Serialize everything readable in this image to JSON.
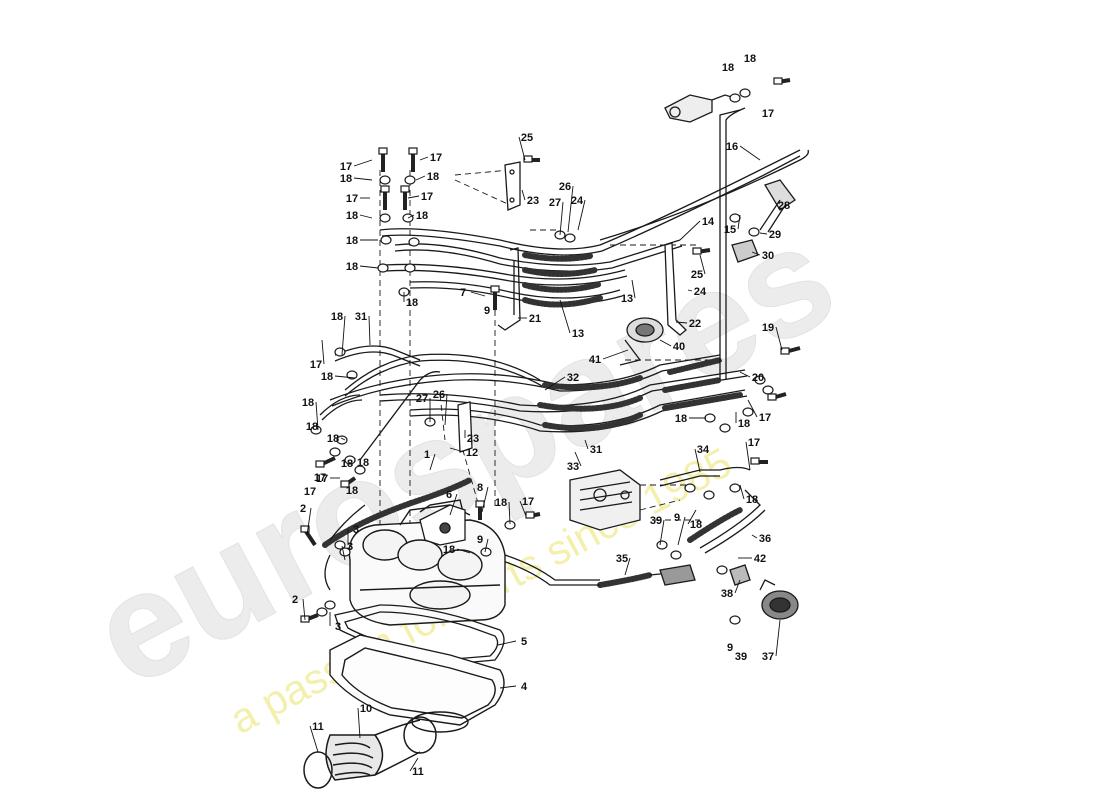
{
  "watermark": {
    "brand": "eurospares",
    "tagline": "a passion for parts since 1985"
  },
  "callouts": [
    {
      "id": "c25a",
      "text": "25"
    },
    {
      "id": "c26a",
      "text": "26"
    },
    {
      "id": "c27a",
      "text": "27"
    },
    {
      "id": "c24a",
      "text": "24"
    },
    {
      "id": "c23a",
      "text": "23"
    },
    {
      "id": "c18t1",
      "text": "18"
    },
    {
      "id": "c18t2",
      "text": "18"
    },
    {
      "id": "c17t",
      "text": "17"
    },
    {
      "id": "c16",
      "text": "16"
    },
    {
      "id": "c15",
      "text": "15"
    },
    {
      "id": "c28",
      "text": "28"
    },
    {
      "id": "c29",
      "text": "29"
    },
    {
      "id": "c30",
      "text": "30"
    },
    {
      "id": "c14",
      "text": "14"
    },
    {
      "id": "c17a",
      "text": "17"
    },
    {
      "id": "c17b",
      "text": "17"
    },
    {
      "id": "c18a",
      "text": "18"
    },
    {
      "id": "c18b",
      "text": "18"
    },
    {
      "id": "c17c",
      "text": "17"
    },
    {
      "id": "c17d",
      "text": "17"
    },
    {
      "id": "c18c",
      "text": "18"
    },
    {
      "id": "c18d",
      "text": "18"
    },
    {
      "id": "c18e",
      "text": "18"
    },
    {
      "id": "c18f",
      "text": "18"
    },
    {
      "id": "c18g",
      "text": "18"
    },
    {
      "id": "c7",
      "text": "7"
    },
    {
      "id": "c9a",
      "text": "9"
    },
    {
      "id": "c21",
      "text": "21"
    },
    {
      "id": "c13a",
      "text": "13"
    },
    {
      "id": "c13b",
      "text": "13"
    },
    {
      "id": "c25b",
      "text": "25"
    },
    {
      "id": "c24b",
      "text": "24"
    },
    {
      "id": "c22",
      "text": "22"
    },
    {
      "id": "c40",
      "text": "40"
    },
    {
      "id": "c41",
      "text": "41"
    },
    {
      "id": "c19",
      "text": "19"
    },
    {
      "id": "c20",
      "text": "20"
    },
    {
      "id": "c17e",
      "text": "17"
    },
    {
      "id": "c18h",
      "text": "18"
    },
    {
      "id": "c18i",
      "text": "18"
    },
    {
      "id": "c31a",
      "text": "31"
    },
    {
      "id": "c18j",
      "text": "18"
    },
    {
      "id": "c17f",
      "text": "17"
    },
    {
      "id": "c18k",
      "text": "18"
    },
    {
      "id": "c32",
      "text": "32"
    },
    {
      "id": "c18l",
      "text": "18"
    },
    {
      "id": "c26b",
      "text": "26"
    },
    {
      "id": "c27b",
      "text": "27"
    },
    {
      "id": "c23b",
      "text": "23"
    },
    {
      "id": "c12",
      "text": "12"
    },
    {
      "id": "c31b",
      "text": "31"
    },
    {
      "id": "c33",
      "text": "33"
    },
    {
      "id": "c18m",
      "text": "18"
    },
    {
      "id": "c18n",
      "text": "18"
    },
    {
      "id": "c17g",
      "text": "17"
    },
    {
      "id": "c18o",
      "text": "18"
    },
    {
      "id": "c18p",
      "text": "18"
    },
    {
      "id": "c17h",
      "text": "17"
    },
    {
      "id": "c18q",
      "text": "18"
    },
    {
      "id": "c17i",
      "text": "17"
    },
    {
      "id": "c1",
      "text": "1"
    },
    {
      "id": "c8",
      "text": "8"
    },
    {
      "id": "c6",
      "text": "6"
    },
    {
      "id": "c18r",
      "text": "18"
    },
    {
      "id": "c17j",
      "text": "17"
    },
    {
      "id": "c9b",
      "text": "9"
    },
    {
      "id": "c34",
      "text": "34"
    },
    {
      "id": "c17k",
      "text": "17"
    },
    {
      "id": "c18s",
      "text": "18"
    },
    {
      "id": "c39a",
      "text": "39"
    },
    {
      "id": "c9c",
      "text": "9"
    },
    {
      "id": "c18t",
      "text": "18"
    },
    {
      "id": "c36",
      "text": "36"
    },
    {
      "id": "c42",
      "text": "42"
    },
    {
      "id": "c35",
      "text": "35"
    },
    {
      "id": "c38",
      "text": "38"
    },
    {
      "id": "c9d",
      "text": "9"
    },
    {
      "id": "c39b",
      "text": "39"
    },
    {
      "id": "c37",
      "text": "37"
    },
    {
      "id": "c2a",
      "text": "2"
    },
    {
      "id": "c3a",
      "text": "3"
    },
    {
      "id": "c3b",
      "text": "3"
    },
    {
      "id": "c2b",
      "text": "2"
    },
    {
      "id": "c3c",
      "text": "3"
    },
    {
      "id": "c18u",
      "text": "18"
    },
    {
      "id": "c5",
      "text": "5"
    },
    {
      "id": "c4",
      "text": "4"
    },
    {
      "id": "c11a",
      "text": "11"
    },
    {
      "id": "c10",
      "text": "10"
    },
    {
      "id": "c11b",
      "text": "11"
    }
  ]
}
